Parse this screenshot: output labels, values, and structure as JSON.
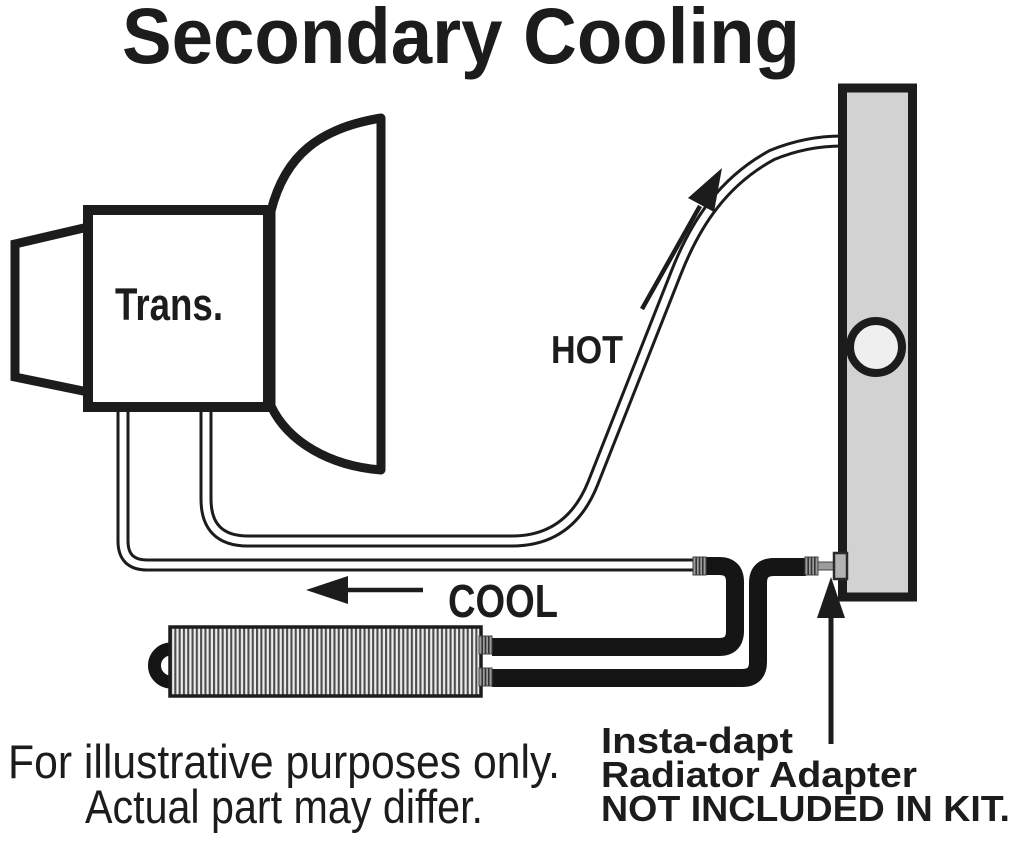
{
  "title": "Secondary Cooling",
  "diagram": {
    "labels": {
      "transmission": "Trans.",
      "hot_line": "HOT",
      "cool_line": "COOL"
    },
    "callout": {
      "line1": "Insta-dapt",
      "line2": "Radiator Adapter",
      "line3": "NOT INCLUDED IN KIT."
    },
    "footnote": {
      "line1": "For illustrative purposes only.",
      "line2": "Actual part may differ."
    },
    "colors": {
      "ink": "#1c1c1c",
      "hose": "#151515",
      "radiator_fill": "#d2d2d2",
      "radiator_cap_fill": "#efefef",
      "fitting_fill": "#9c9c9c",
      "adapter_fill": "#b3b3b3",
      "fin_dark": "#4d4d4d",
      "fin_light": "#ececec",
      "background": "#ffffff"
    }
  }
}
